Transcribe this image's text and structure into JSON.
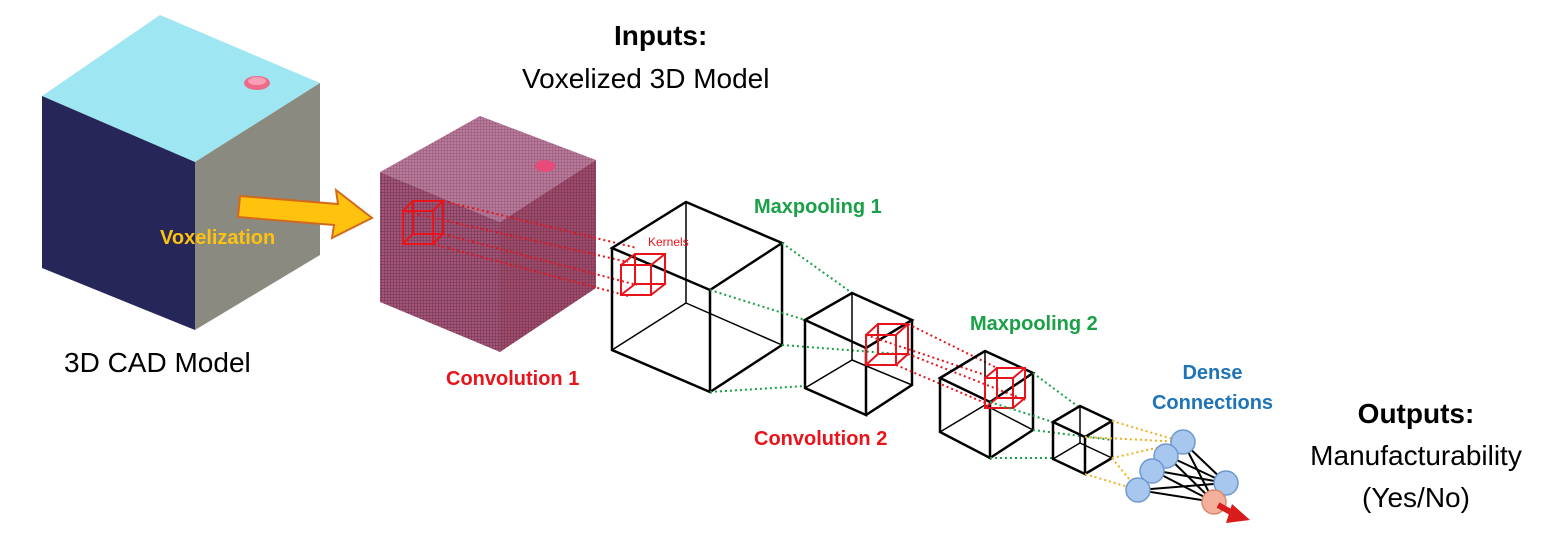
{
  "labels": {
    "inputs_title": "Inputs:",
    "inputs_subtitle": "Voxelized 3D Model",
    "cad_model": "3D CAD Model",
    "voxelization": "Voxelization",
    "kernels": "Kernels",
    "convolution1": "Convolution 1",
    "maxpooling1": "Maxpooling 1",
    "convolution2": "Convolution 2",
    "maxpooling2": "Maxpooling 2",
    "dense_line1": "Dense",
    "dense_line2": "Connections",
    "outputs_title": "Outputs:",
    "outputs_line1": "Manufacturability",
    "outputs_line2": "(Yes/No)"
  },
  "colors": {
    "cad_top": "#9ee6f2",
    "cad_front": "#262658",
    "cad_side": "#8a8a80",
    "hole": "#ef6a8a",
    "voxel": "#8e3f60",
    "arrow": "#ffc20e",
    "arrow_stroke": "#d2691e",
    "kernel_red": "#e8141b",
    "maxpool_green": "#1aa046",
    "dense_blue": "#1f74b7",
    "neuron": "#a7c7ee",
    "output_neuron": "#f4b09a",
    "dense_links_orange": "#f0b020"
  }
}
